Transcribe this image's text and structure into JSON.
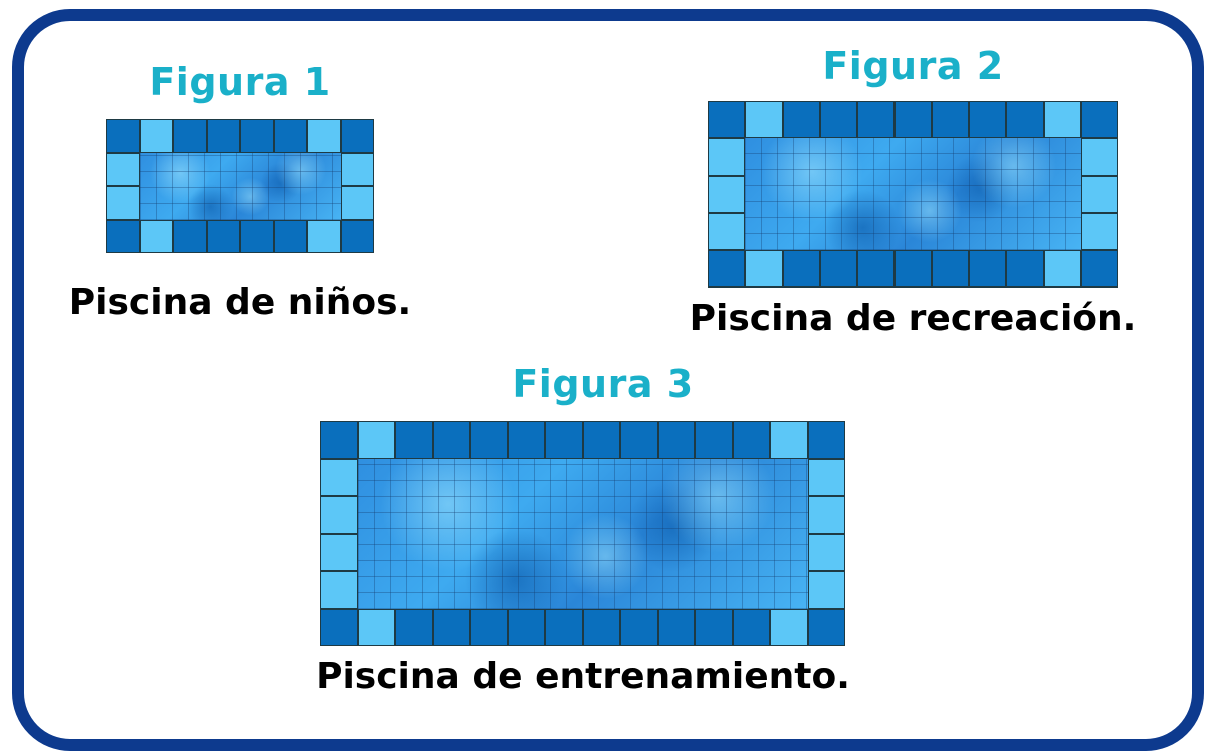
{
  "figures": [
    {
      "title": "Figura 1",
      "caption": "Piscina de niños."
    },
    {
      "title": "Figura 2",
      "caption": "Piscina de recreación."
    },
    {
      "title": "Figura 3",
      "caption": "Piscina de entrenamiento."
    }
  ],
  "colors": {
    "frame_border": "#0d3a8e",
    "title": "#1ab0c9",
    "tile_dark": "#0a6fbd",
    "tile_light": "#5cc7f7",
    "grout": "#1e3a44"
  }
}
